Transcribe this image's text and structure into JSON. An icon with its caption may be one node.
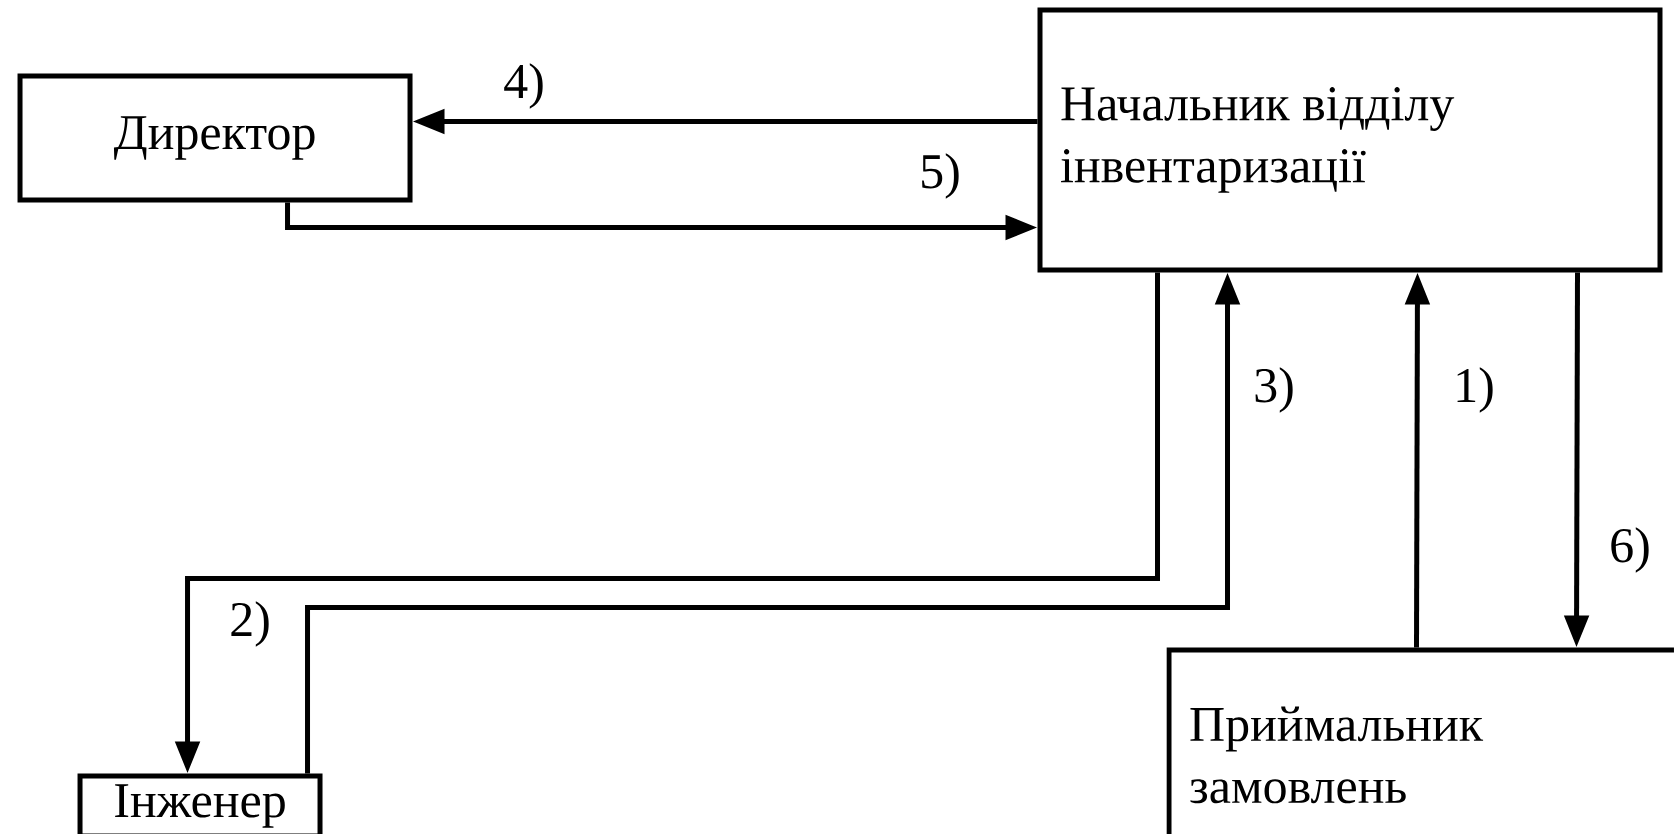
{
  "diagram": {
    "nodes": [
      {
        "text": [
          "Директор"
        ]
      },
      {
        "text": [
          "Начальник відділу інвентаризації"
        ]
      },
      {
        "text": [
          "Інженер"
        ]
      },
      {
        "text": [
          "Приймальник замовлень"
        ]
      }
    ],
    "edges": [
      {
        "from": 1,
        "to": 0,
        "arrow": "to",
        "label": "4)"
      },
      {
        "from": 0,
        "to": 1,
        "arrow": "to",
        "label": "5)"
      },
      {
        "from": 1,
        "to": 2,
        "arrow": "to",
        "label": "2)"
      },
      {
        "from": 2,
        "to": 1,
        "arrow": "to",
        "label": "3)"
      },
      {
        "from": 3,
        "to": 1,
        "arrow": "to",
        "label": "1)"
      },
      {
        "from": 1,
        "to": 3,
        "arrow": "to",
        "label": "6)"
      }
    ]
  }
}
